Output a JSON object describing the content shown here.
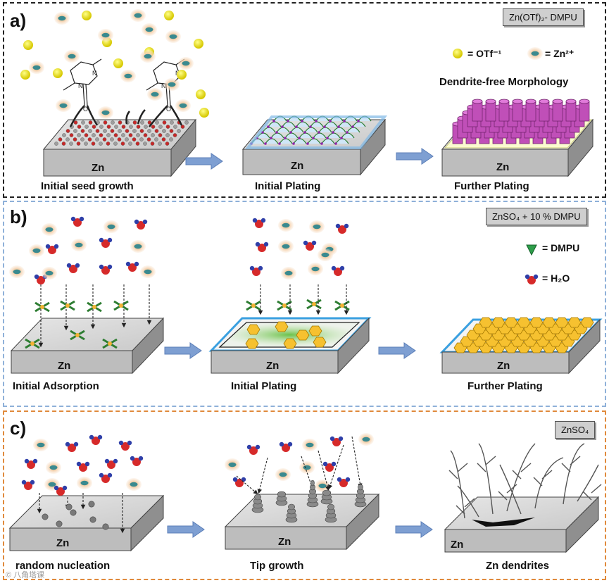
{
  "panels": {
    "a": {
      "label": "a)",
      "tag": "Zn(OTf)₂- DMPU",
      "legend": {
        "otf": "= OTf⁻¹",
        "zn": "= Zn²⁺",
        "morphology": "Dendrite-free Morphology"
      },
      "captions": [
        "Initial seed growth",
        "Initial Plating",
        "Further Plating"
      ],
      "slab_label": "Zn"
    },
    "b": {
      "label": "b)",
      "tag": "ZnSO₄ + 10 % DMPU",
      "legend": {
        "dmpu": "= DMPU",
        "h2o": "= H₂O"
      },
      "captions": [
        "Initial Adsorption",
        "Initial Plating",
        "Further Plating"
      ],
      "slab_label": "Zn"
    },
    "c": {
      "label": "c)",
      "tag": "ZnSO₄",
      "captions": [
        "random nucleation",
        "Tip growth",
        "Zn dendrites"
      ],
      "slab_label": "Zn"
    }
  },
  "watermark": "© 八角塔课"
}
